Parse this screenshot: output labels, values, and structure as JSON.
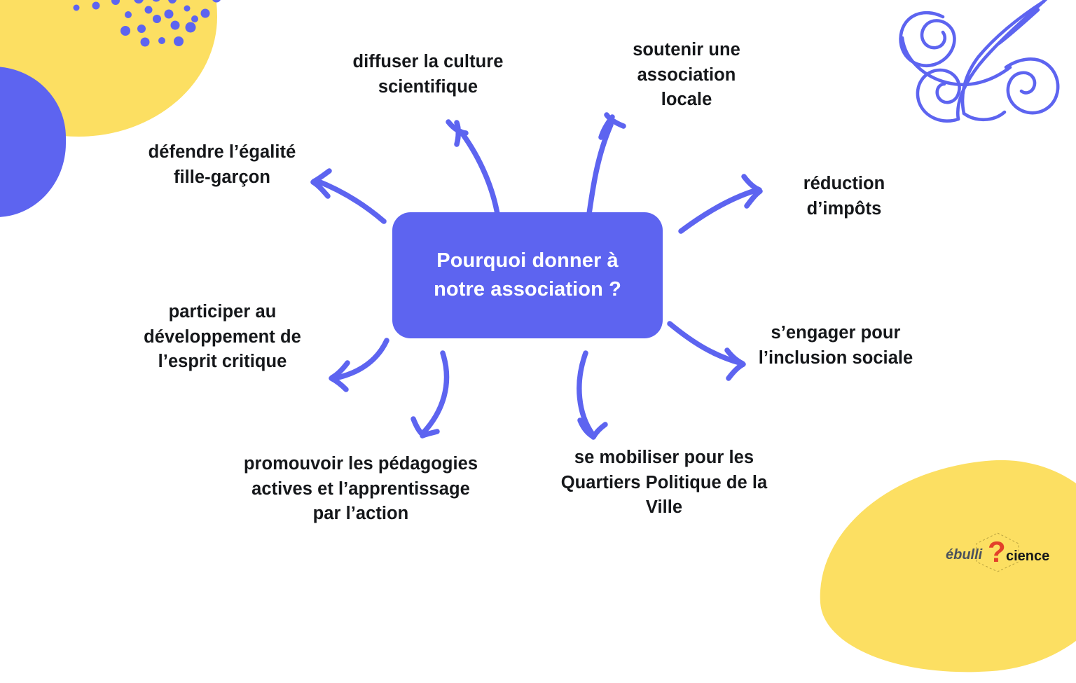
{
  "theme": {
    "periwinkle": "#5d64f0",
    "yellow": "#fcdf62",
    "text_dark": "#15171a",
    "logo_red": "#e3402a",
    "logo_gray": "#4b525c",
    "background": "#ffffff"
  },
  "center": {
    "line1": "Pourquoi donner à",
    "line2": "notre association ?"
  },
  "leaves": [
    {
      "id": "diffuser",
      "text": "diffuser la culture scientifique",
      "direction": "up-left"
    },
    {
      "id": "soutenir",
      "text": "soutenir une association locale",
      "direction": "up-right"
    },
    {
      "id": "egalite",
      "text": "défendre l’égalité fille-garçon",
      "direction": "left-up"
    },
    {
      "id": "reduction",
      "text": "réduction d’impôts",
      "direction": "right-up"
    },
    {
      "id": "engager",
      "text": "s’engager pour l’inclusion sociale",
      "direction": "right-down"
    },
    {
      "id": "critique",
      "text": "participer au développement de l’esprit critique",
      "direction": "left-down"
    },
    {
      "id": "promouvoir",
      "text": "promouvoir les pédagogies actives et l’apprentissage par l’action",
      "direction": "down-left"
    },
    {
      "id": "quartiers",
      "text": "se mobiliser pour les Quartiers Politique de la Ville",
      "direction": "down-right"
    }
  ],
  "logo": {
    "word_start": "ébulli",
    "mark": "?",
    "word_end": "cience",
    "alt": "ébulliScience"
  },
  "decorations": {
    "blob_top_left": "yellow-blob",
    "blob_top_left_secondary": "purple-blob",
    "blob_bottom_right": "yellow-blob",
    "dots_cluster": "scattered-dots",
    "swirl": "spiral-flourish"
  }
}
